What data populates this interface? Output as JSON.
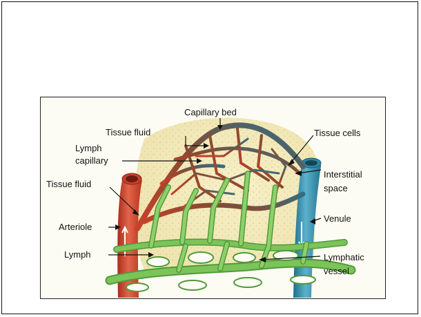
{
  "figure": {
    "labels": {
      "capillary_bed": "Capillary bed",
      "tissue_fluid_top": "Tissue fluid",
      "lymph_capillary_1": "Lymph",
      "lymph_capillary_2": "capillary",
      "tissue_fluid_left": "Tissue fluid",
      "arteriole": "Arteriole",
      "lymph": "Lymph",
      "tissue_cells": "Tissue cells",
      "interstitial_1": "Interstitial",
      "interstitial_2": "space",
      "venule": "Venule",
      "lymphatic_1": "Lymphatic",
      "lymphatic_2": "vessel"
    },
    "colors": {
      "artery": "#c9402a",
      "artery_light": "#e8836a",
      "vein": "#2f86a6",
      "vein_light": "#7fc0d6",
      "capillary_mid": "#9a5a3a",
      "lymph": "#7cc45a",
      "lymph_dark": "#4f9a3a",
      "tissue": "#f3ecc0"
    }
  }
}
